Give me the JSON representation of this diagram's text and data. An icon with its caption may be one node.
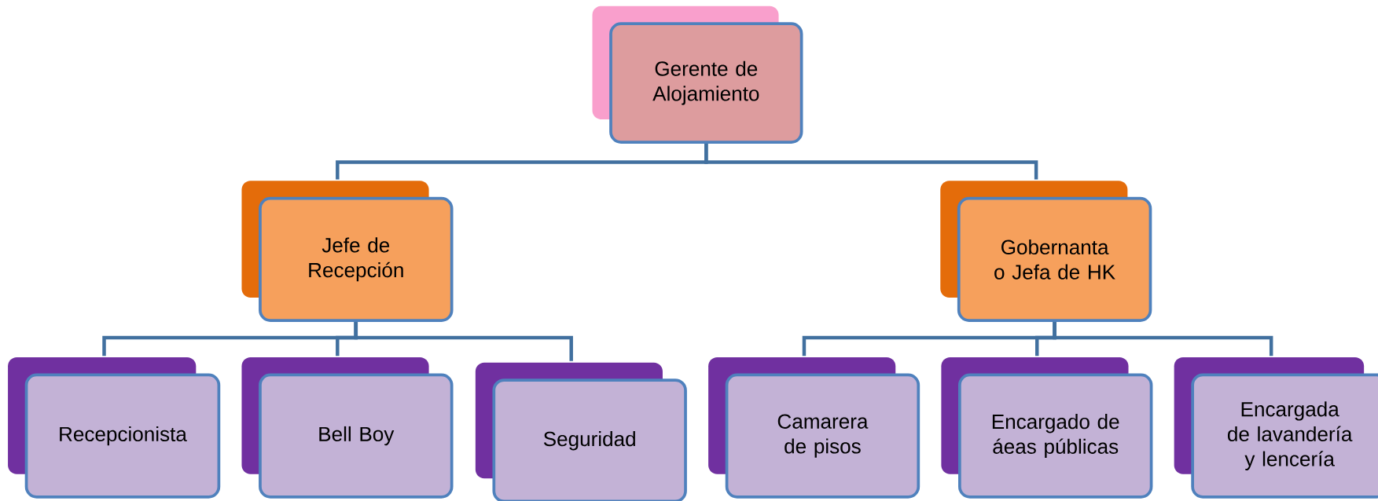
{
  "diagram": {
    "nodes": [
      {
        "text": [
          "Gerente de Alojamiento"
        ]
      },
      {
        "text": [
          "Jefe de Recepción"
        ]
      },
      {
        "text": [
          "Gobernanta o Jefa de HK"
        ]
      },
      {
        "text": [
          "Recepcionista"
        ]
      },
      {
        "text": [
          "Bell Boy"
        ]
      },
      {
        "text": [
          "Seguridad"
        ]
      },
      {
        "text": [
          "Camarera de pisos"
        ]
      },
      {
        "text": [
          "Encargado de áeas públicas"
        ]
      },
      {
        "text": [
          "Encargada de lavandería y lencería"
        ]
      }
    ],
    "edges": [
      {
        "from": 0,
        "to": 1,
        "arrow": "none"
      },
      {
        "from": 0,
        "to": 2,
        "arrow": "none"
      },
      {
        "from": 1,
        "to": 3,
        "arrow": "none"
      },
      {
        "from": 1,
        "to": 4,
        "arrow": "none"
      },
      {
        "from": 1,
        "to": 5,
        "arrow": "none"
      },
      {
        "from": 2,
        "to": 6,
        "arrow": "none"
      },
      {
        "from": 2,
        "to": 7,
        "arrow": "none"
      },
      {
        "from": 2,
        "to": 8,
        "arrow": "none"
      }
    ]
  }
}
